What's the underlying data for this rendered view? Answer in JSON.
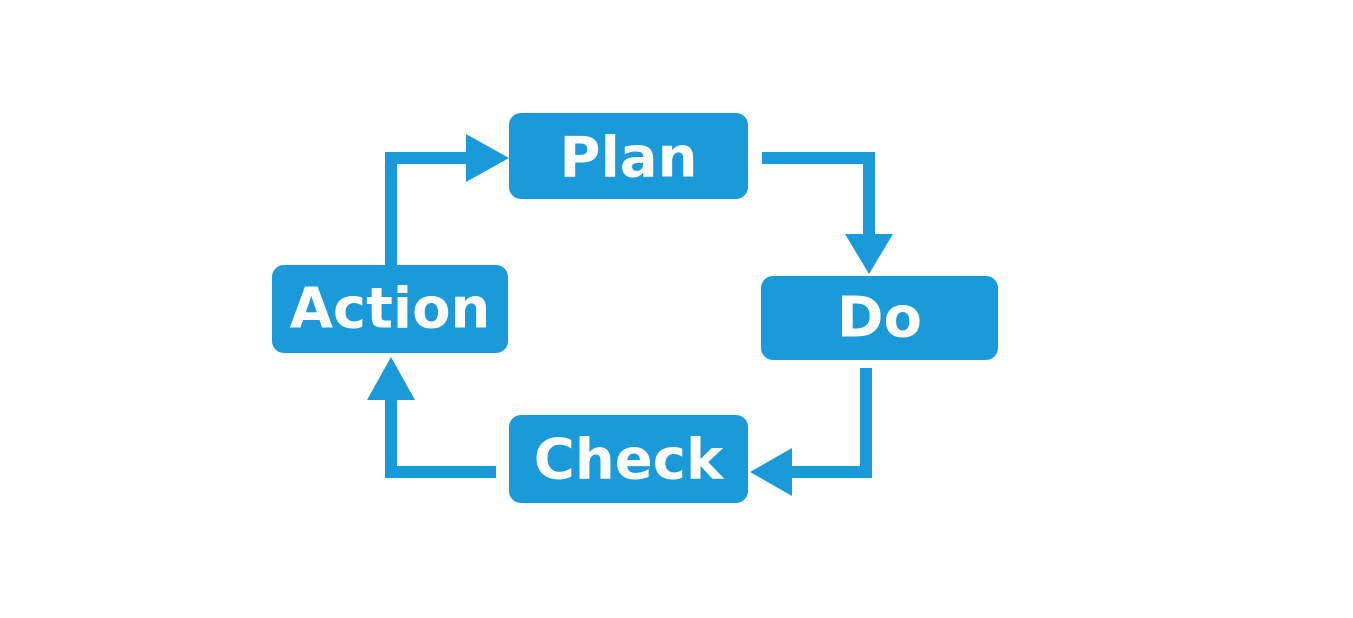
{
  "diagram": {
    "accent_color": "#1a9ad8",
    "text_color": "#ffffff",
    "steps": {
      "plan": "Plan",
      "do": "Do",
      "check": "Check",
      "action": "Action"
    },
    "flow": [
      "plan",
      "do",
      "check",
      "action"
    ]
  }
}
